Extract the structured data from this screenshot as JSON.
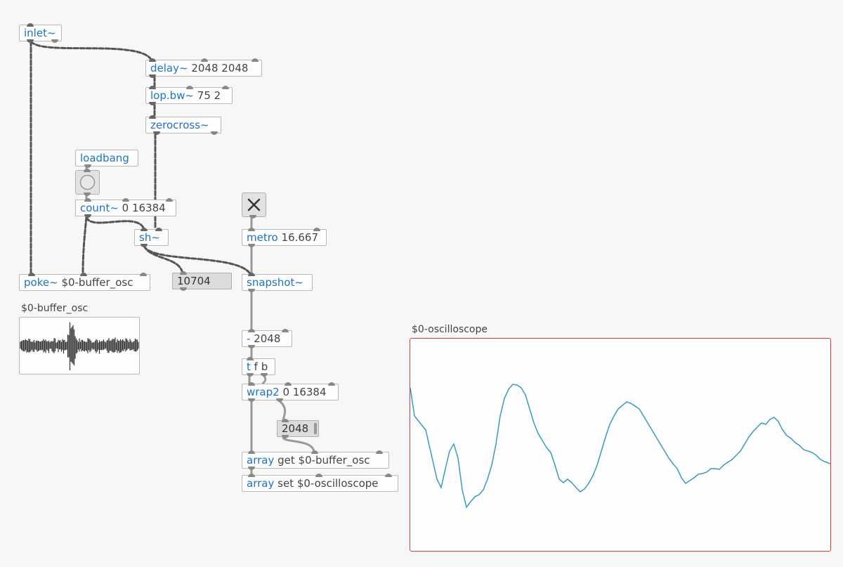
{
  "objects": {
    "inlet": {
      "cls": "inlet~",
      "args": ""
    },
    "delay": {
      "cls": "delay~",
      "args": "2048 2048"
    },
    "lop": {
      "cls": "lop.bw~",
      "args": "75 2"
    },
    "zerocross": {
      "cls": "zerocross~",
      "args": ""
    },
    "loadbang": {
      "cls": "loadbang",
      "args": ""
    },
    "count": {
      "cls": "count~",
      "args": "0 16384"
    },
    "sh": {
      "cls": "sh~",
      "args": ""
    },
    "poke": {
      "cls": "poke~",
      "args": "$0-buffer_osc"
    },
    "metro": {
      "cls": "metro",
      "args": "16.667"
    },
    "snapshot": {
      "cls": "snapshot~",
      "args": ""
    },
    "minus": {
      "cls": "-",
      "args": "2048"
    },
    "trigger": {
      "cls": "t",
      "args": "f b"
    },
    "wrap2": {
      "cls": "wrap2",
      "args": "0 16384"
    },
    "array_get": {
      "cls": "array",
      "args": "get $0-buffer_osc"
    },
    "array_set": {
      "cls": "array",
      "args": "set $0-oscilloscope"
    }
  },
  "number_boxes": {
    "sh_value": "10704",
    "offset": "2048"
  },
  "arrays": {
    "buffer": {
      "name": "$0-buffer_osc"
    },
    "scope": {
      "name": "$0-oscilloscope",
      "border_color": "#d93b3b",
      "line_color": "#3a9bbf"
    }
  },
  "icons": {
    "toggle": "x-mark-icon",
    "bang": "circle-icon"
  },
  "colors": {
    "object_class": "#1d74c4",
    "signal_wire": "#555555",
    "control_wire": "#9a9a9a",
    "background": "#f7f7f7"
  }
}
